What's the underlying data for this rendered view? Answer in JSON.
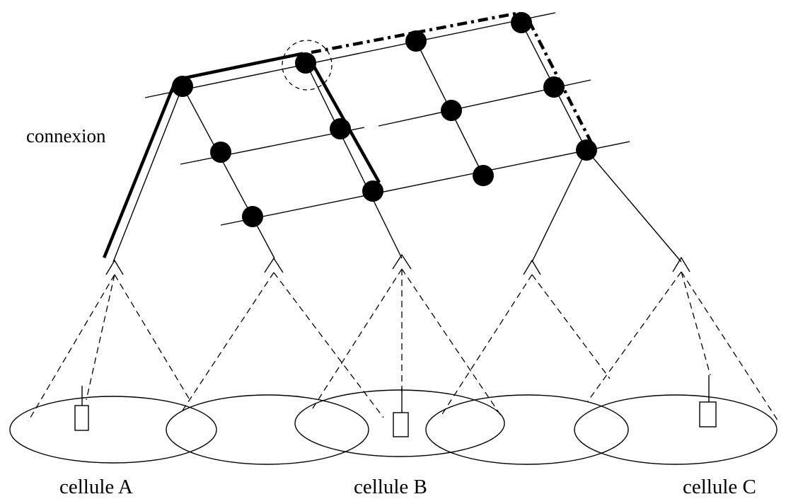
{
  "labels": {
    "connexion": "connexion",
    "cell_a": "cellule A",
    "cell_b": "cellule B",
    "cell_c": "cellule C"
  },
  "colors": {
    "ink": "#000000",
    "background": "#ffffff"
  }
}
